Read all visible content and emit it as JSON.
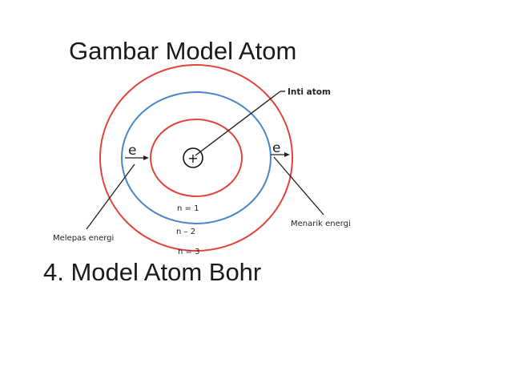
{
  "title": "Gambar Model Atom",
  "subtitle": "4. Model Atom Bohr",
  "diagram": {
    "nucleus_symbol": "+",
    "electron_left": "e",
    "electron_right": "e",
    "nucleus_label": "Inti atom",
    "release_label": "Melepas energi",
    "absorb_label": "Menarik energi",
    "orbit_labels": [
      "n = 1",
      "n – 2",
      "n = 3"
    ],
    "colors": {
      "orbit_inner": "#e2443b",
      "orbit_middle": "#4a86c8",
      "orbit_outer": "#e2443b",
      "lines": "#222222"
    }
  }
}
